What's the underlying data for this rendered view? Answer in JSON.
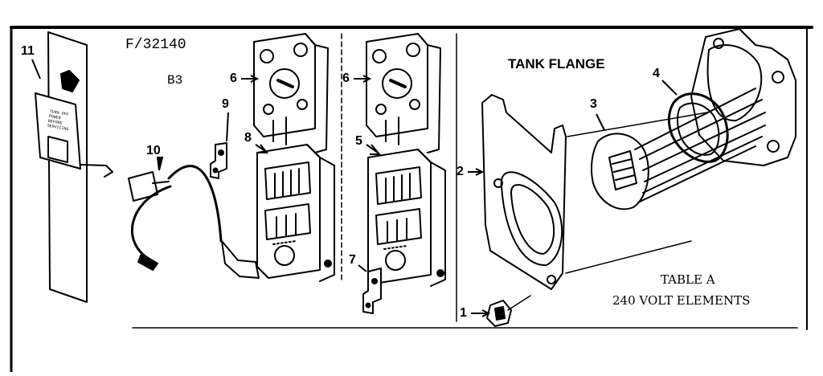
{
  "diagram": {
    "model_code": "F/32140",
    "sub_code": "B3",
    "section_title": "TANK FLANGE",
    "table_note_line1": "TABLE A",
    "table_note_line2": "240 VOLT ELEMENTS",
    "cover_plate_text": [
      "TURN OFF",
      "POWER",
      "BEFORE",
      "SERVICING"
    ],
    "callouts": {
      "c1": "1",
      "c2": "2",
      "c3": "3",
      "c4": "4",
      "c5": "5",
      "c6a": "6",
      "c6b": "6",
      "c7": "7",
      "c8": "8",
      "c9": "9",
      "c10": "10",
      "c11": "11"
    }
  }
}
